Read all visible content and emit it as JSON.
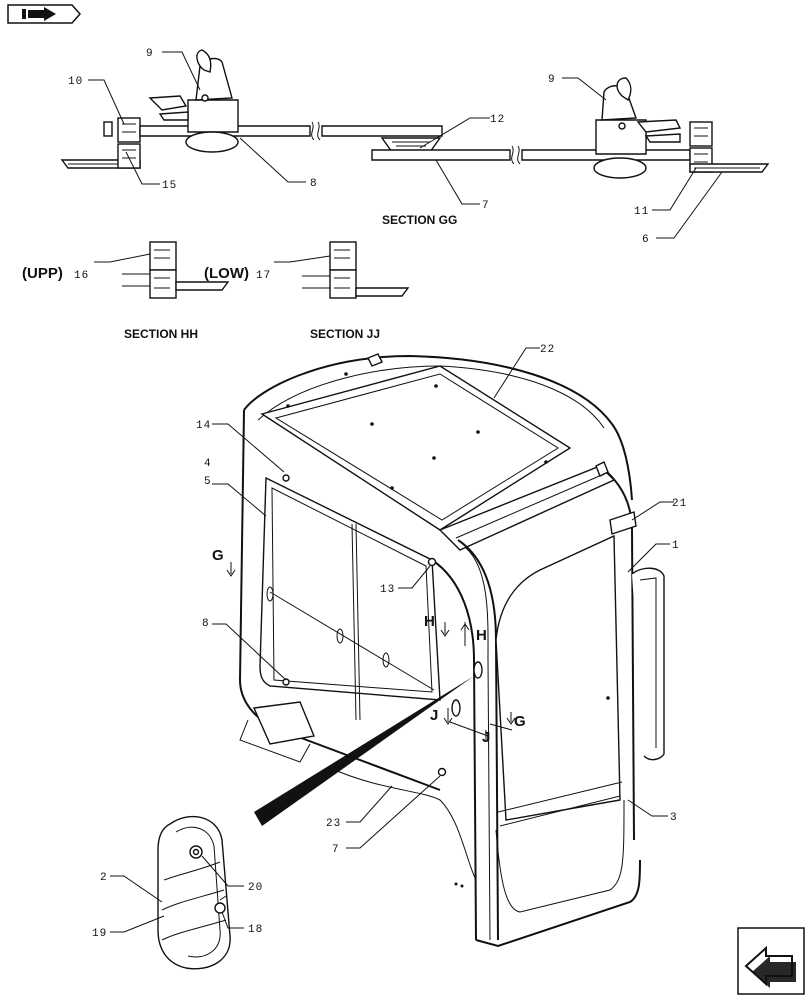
{
  "nav": {
    "top_icon": "back-arrow-icon",
    "bottom_icon": "next-page-arrow-icon"
  },
  "sections": {
    "gg": "SECTION GG",
    "hh": "SECTION HH",
    "jj": "SECTION JJ",
    "upp": "(UPP)",
    "low": "(LOW)"
  },
  "section_markers": {
    "g": "G",
    "h": "H",
    "j": "J"
  },
  "callouts": {
    "c1": "1",
    "c2": "2",
    "c3": "3",
    "c4": "4",
    "c5": "5",
    "c6": "6",
    "c7a": "7",
    "c7b": "7",
    "c8a": "8",
    "c8b": "8",
    "c9a": "9",
    "c9b": "9",
    "c10": "10",
    "c11": "11",
    "c12": "12",
    "c13": "13",
    "c14": "14",
    "c15": "15",
    "c16": "16",
    "c17": "17",
    "c18": "18",
    "c19": "19",
    "c20": "20",
    "c21": "21",
    "c22": "22",
    "c23": "23"
  }
}
